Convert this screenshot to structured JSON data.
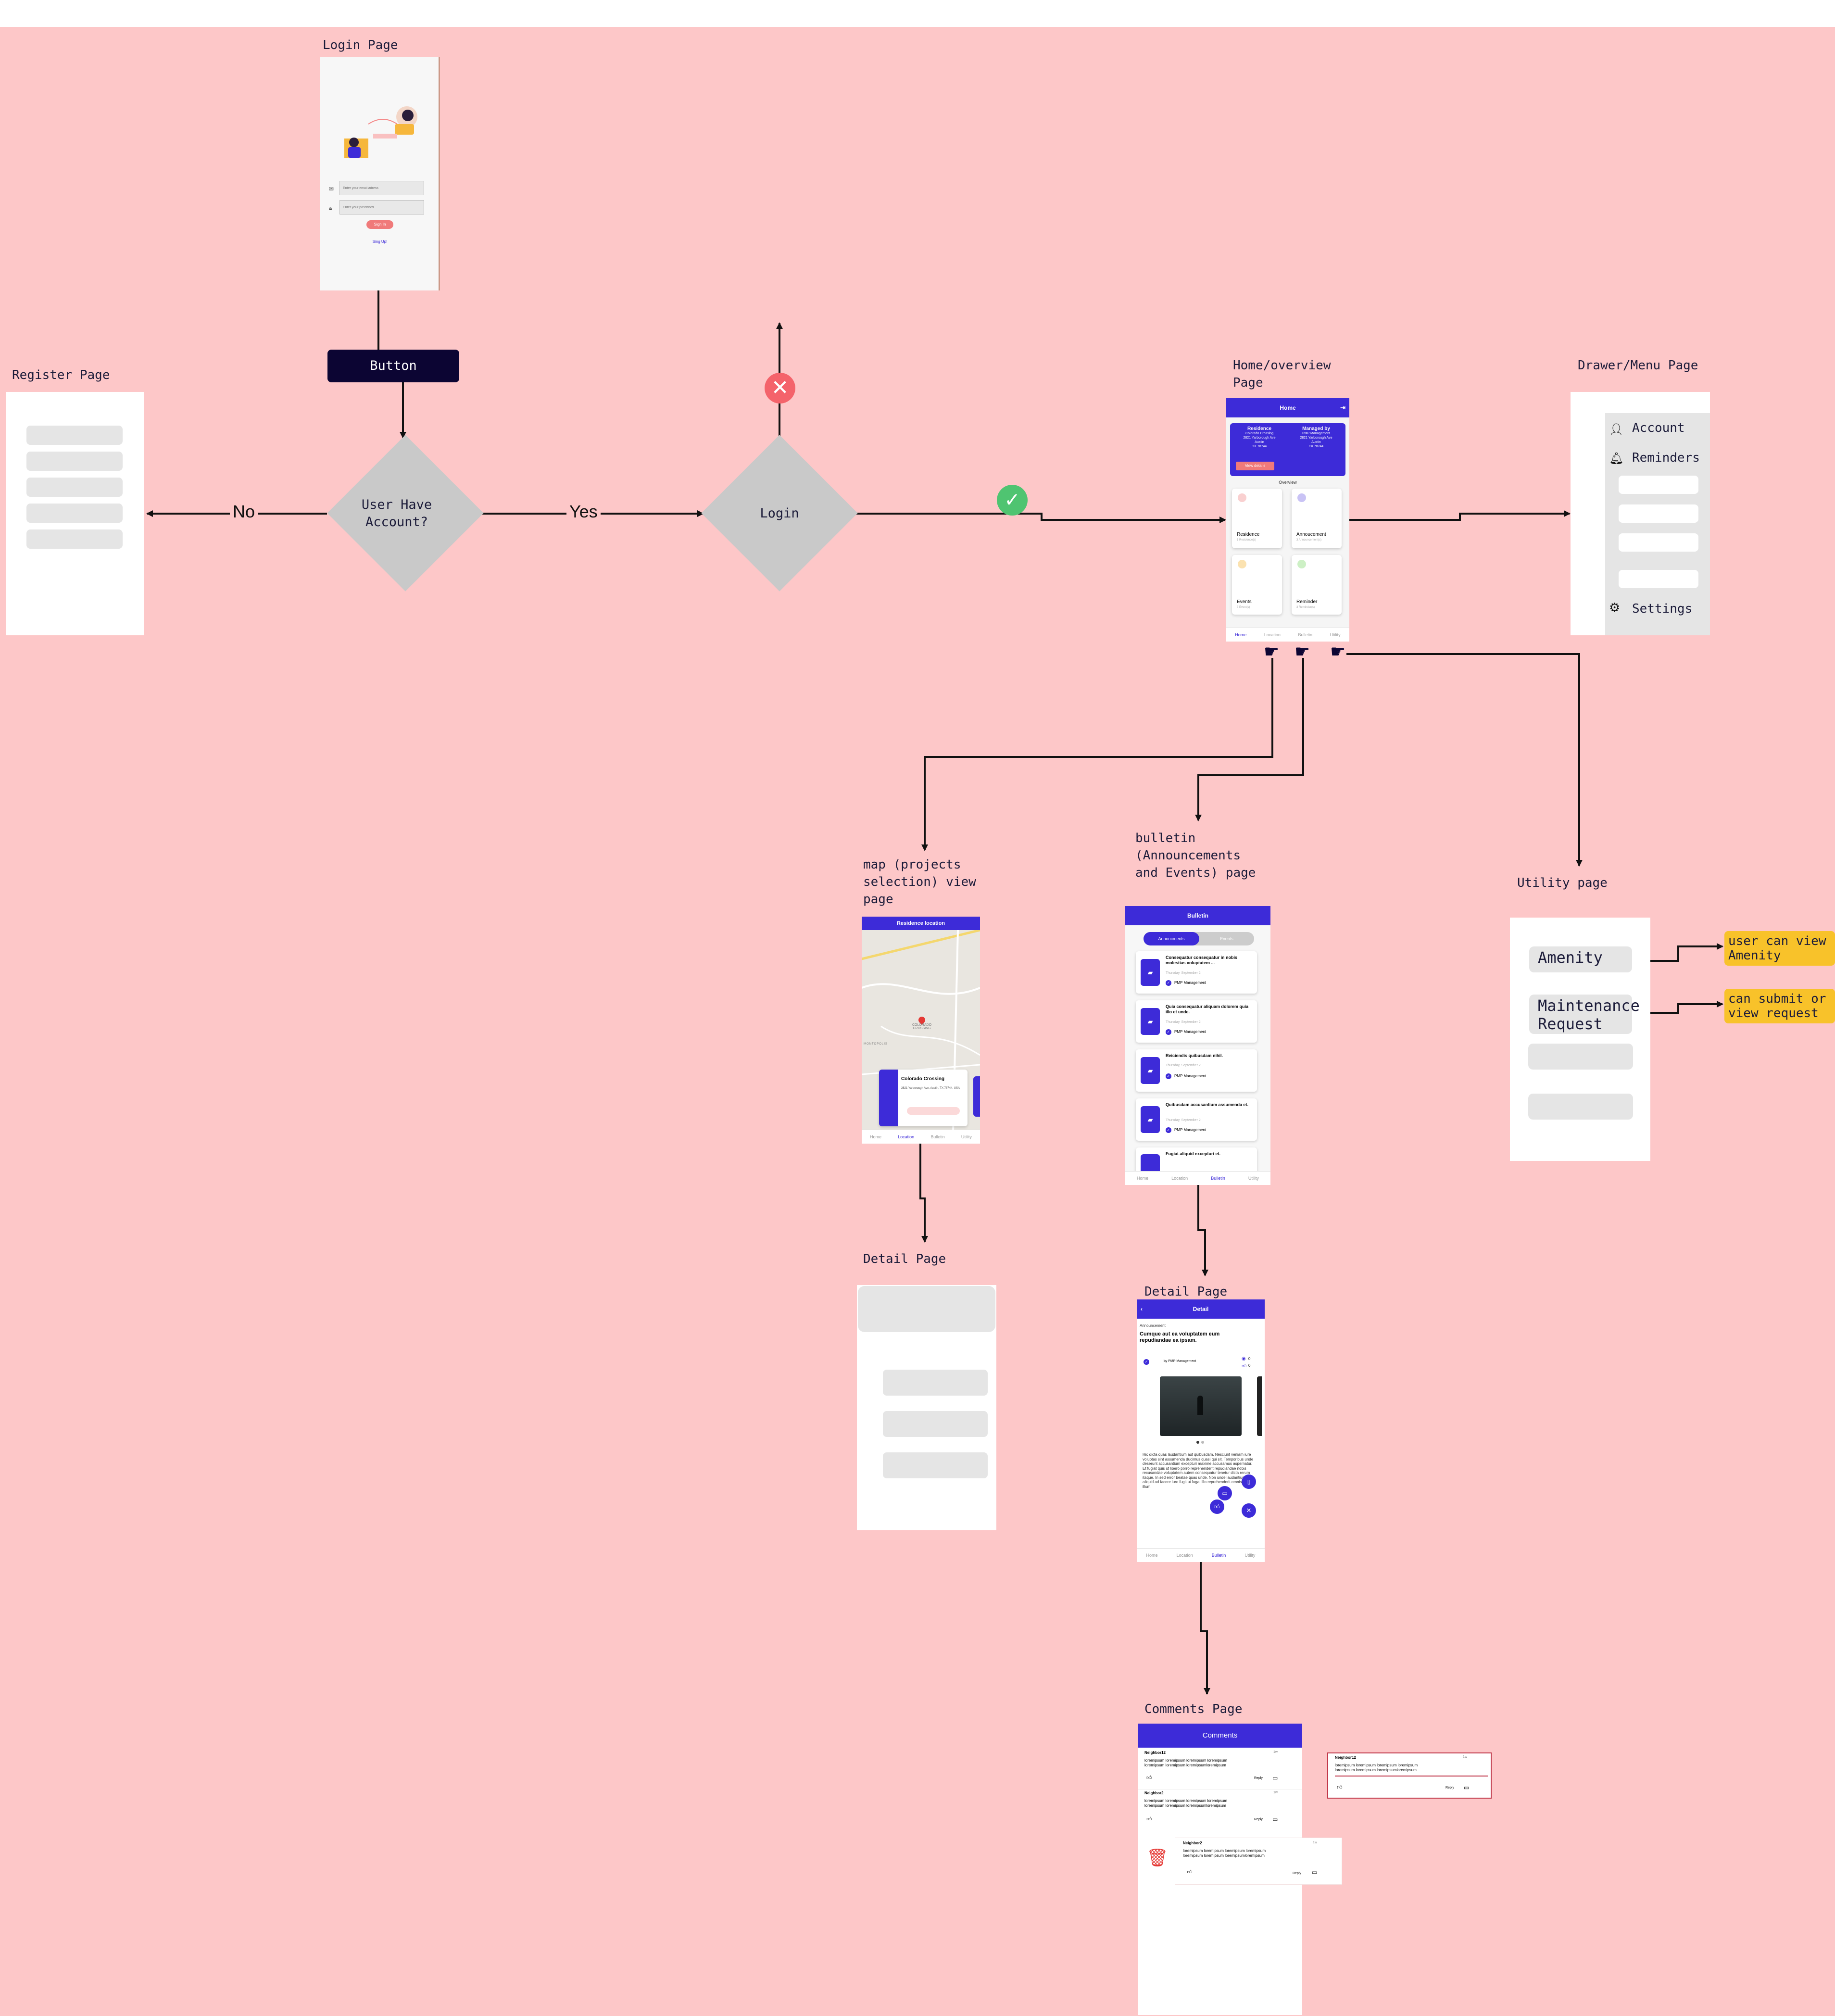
{
  "frames": {
    "login_label": "Login Page",
    "register_label": "Register Page",
    "home_label": "Home/overview\nPage",
    "drawer_label": "Drawer/Menu Page",
    "map_label": "map (projects\nselection) view\npage",
    "bulletin_label": "bulletin\n(Announcements\nand Events) page",
    "utility_label": "Utility page",
    "map_detail_label": "Detail Page",
    "bulletin_detail_label": "Detail Page",
    "comments_label": "Comments Page"
  },
  "flow": {
    "button_label": "Button",
    "user_have_account": "User Have\nAccount?",
    "login_decision": "Login",
    "no_label": "No",
    "yes_label": "Yes"
  },
  "login_screen": {
    "email_placeholder": "Enter your email adress",
    "password_placeholder": "Enter your password",
    "signin": "Sign In",
    "signup": "Sing Up!"
  },
  "home_screen": {
    "title": "Home",
    "residence_title": "Residence",
    "residence_lines": "Colorado Crossing\n2821 Yarborough Ave\nAustin\nTX 78744",
    "managed_title": "Managed by",
    "managed_lines": "PMP Management\n2821 Yarborough Ave\nAustin\nTX 78744",
    "view_details": "View details",
    "overview": "Overview",
    "tiles": [
      {
        "label": "Residence",
        "sub": "1 Residence(s)",
        "color": "#f48a8a"
      },
      {
        "label": "Annoucement",
        "sub": "3 Announcement(s)",
        "color": "#3d2bd8"
      },
      {
        "label": "Events",
        "sub": "3 Event(s)",
        "color": "#f6b73c"
      },
      {
        "label": "Reminder",
        "sub": "3 Reminder(s)",
        "color": "#7ed36b"
      }
    ],
    "nav": [
      "Home",
      "Location",
      "Bulletin",
      "Utility"
    ]
  },
  "drawer": {
    "account": "Account",
    "reminders": "Reminders",
    "settings": "Settings"
  },
  "map_screen": {
    "title": "Residence location",
    "card_title": "Colorado Crossing",
    "card_address": "2821 Yarborough Ave, Austin, TX 78744, USA",
    "map_place": "COLORADO\nCROSSING",
    "map_area": "MONTOPOLIS",
    "nav": [
      "Home",
      "Location",
      "Bulletin",
      "Utility"
    ]
  },
  "bulletin_screen": {
    "title": "Bulletin",
    "tab_active": "Annoncments",
    "tab_other": "Events",
    "items": [
      {
        "title": "Consequatur consequatur in nobis molestias voluptatem ...",
        "date": "Thursday, September 2",
        "by": "PMP Management"
      },
      {
        "title": "Quia consequatur aliquam dolorem quia illo et unde.",
        "date": "Thursday, September 2",
        "by": "PMP Management"
      },
      {
        "title": "Reiciendis quibusdam nihil.",
        "date": "Thursday, September 2",
        "by": "PMP Management"
      },
      {
        "title": "Quibusdam accusantium assumenda et.",
        "date": "Thursday, September 2",
        "by": "PMP Management"
      },
      {
        "title": "Fugiat aliquid excepturi et.",
        "date": "",
        "by": ""
      }
    ],
    "nav": [
      "Home",
      "Location",
      "Bulletin",
      "Utility"
    ]
  },
  "utility_screen": {
    "amenity": "Amenity",
    "maintenance": "Maintenance\nRequest",
    "note_amenity": "user can view\nAmenity",
    "note_maintenance": "can submit or\nview request"
  },
  "detail_screen": {
    "title": "Detail",
    "category": "Announcement",
    "heading": "Cumque aut ea voluptatem eum repudiandae ea ipsam.",
    "by": "by PMP Management",
    "views": "0",
    "likes": "0",
    "body": "Hic dicta quas laudantium aut quibusdam. Nesciunt veniam iure voluptas sint assumenda ducimus quasi qui sit. Temporibus unde deserunt accusantium excepturi maxime accusamus aspernatur. Et fugiat quis ut libero porro reprehenderit repudiandae nobis recusandae voluptatem autem consequatur tenetur dicta rerum itaque. In sed error beatae quas unde. Non unde laudantium aliquid ad facere iure fugit ut fuga. Illo reprehenderit omnis velit illum.",
    "nav": [
      "Home",
      "Location",
      "Bulletin",
      "Utility"
    ]
  },
  "comments_screen": {
    "title": "Comments",
    "comments": [
      {
        "user": "Neighbor12",
        "time": "1w",
        "text": "loremipsum loremipsum loremipsum loremipsum\nloremipsum loremipsum loremipsumloremipsum",
        "reply": "Reply"
      },
      {
        "user": "Neighbor2",
        "time": "1w",
        "text": "loremipsum loremipsum loremipsum loremipsum\nloremipsum loremipsum loremipsumloremipsum",
        "reply": "Reply"
      }
    ],
    "swiped": {
      "user": "Neighbor2",
      "time": "1w",
      "text": "loremipsum loremipsum loremipsum loremipsum\nloremipsum loremipsum loremipsumloremipsum",
      "reply": "Reply"
    },
    "floating": {
      "user": "Neighbor12",
      "time": "1w",
      "text": "loremipsum loremipsum loremipsum loremipsum\nloremipsum loremipsum loremipsumloremipsum",
      "reply": "Reply"
    }
  },
  "colors": {
    "board": "#fdc7c8",
    "primary": "#3d2bd8",
    "button_dark": "#0c0533",
    "diamond": "#c9c9c9",
    "placeholder": "#e5e5e5",
    "note": "#f8c22a",
    "error": "#f4636b",
    "success": "#4fc471"
  },
  "icons": [
    "mail-icon",
    "lock-icon",
    "logout-icon",
    "account-icon",
    "bell-icon",
    "gear-icon",
    "pointer-hand-icon",
    "map-pin-icon",
    "megaphone-icon",
    "check-badge-icon",
    "thumb-up-icon",
    "comment-icon",
    "trash-icon",
    "back-arrow-icon",
    "eye-icon",
    "error-x-icon",
    "success-check-icon"
  ]
}
